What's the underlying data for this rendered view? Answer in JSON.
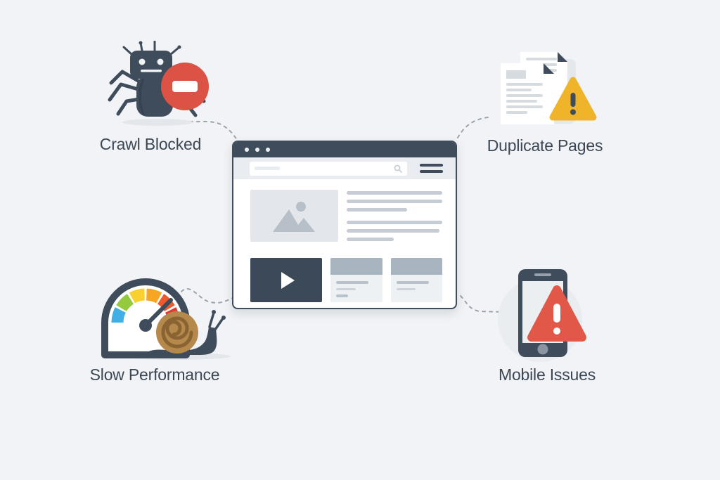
{
  "diagram": {
    "type": "infographic",
    "center": "browser-window-mockup"
  },
  "nodes": [
    {
      "id": "crawl-blocked",
      "label": "Crawl Blocked",
      "icon": "robot-crawler-blocked-icon",
      "position": "top-left"
    },
    {
      "id": "duplicate-pages",
      "label": "Duplicate Pages",
      "icon": "duplicate-documents-warning-icon",
      "position": "top-right"
    },
    {
      "id": "slow-performance",
      "label": "Slow Performance",
      "icon": "speedometer-snail-icon",
      "position": "bottom-left"
    },
    {
      "id": "mobile-issues",
      "label": "Mobile Issues",
      "icon": "smartphone-warning-icon",
      "position": "bottom-right"
    }
  ],
  "connectors": [
    {
      "from": "crawl-blocked",
      "to": "browser-window"
    },
    {
      "from": "duplicate-pages",
      "to": "browser-window"
    },
    {
      "from": "slow-performance",
      "to": "browser-window"
    },
    {
      "from": "mobile-issues",
      "to": "browser-window"
    }
  ],
  "browser_window": {
    "titlebar_dots": 3,
    "search_placeholder": "",
    "elements": [
      "search-bar",
      "menu-icon",
      "hero-image",
      "paragraph-lines",
      "video-player",
      "article-card",
      "article-card"
    ]
  },
  "colors": {
    "background": "#f1f3f6",
    "slate": "#3e4c5c",
    "label_text": "#3b4754",
    "blocked_red": "#dc5244",
    "warning_yellow": "#f0b42a",
    "alert_red": "#e15848",
    "snail_shell": "#b5894c",
    "connector_gray": "#9aa4ae",
    "gauge_segments": [
      "#41aee6",
      "#95c93e",
      "#f8d030",
      "#f6a623",
      "#ee5a2e",
      "#e5392e"
    ]
  }
}
